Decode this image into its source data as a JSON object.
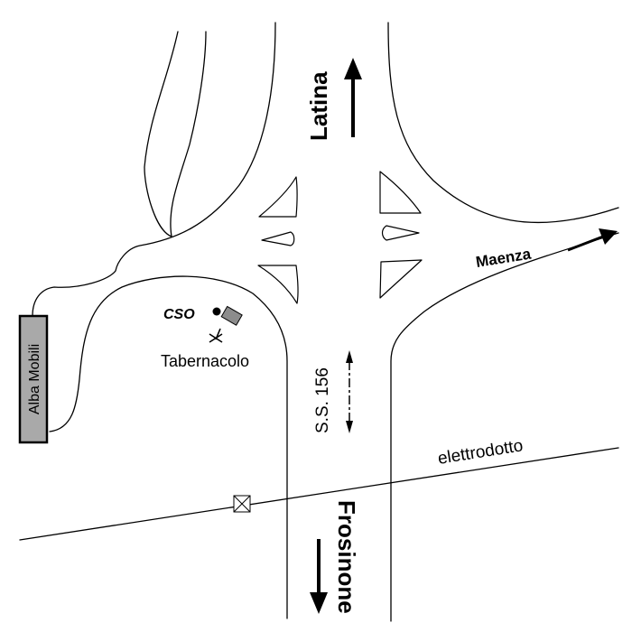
{
  "labels": {
    "latina": "Latina",
    "frosinone": "Frosinone",
    "maenza": "Maenza",
    "road_number": "S.S. 156",
    "power_line": "elettrodotto",
    "store_sign": "Alba Mobili",
    "site_code": "CSO",
    "landmark": "Tabernacolo"
  },
  "colors": {
    "line": "#000000",
    "background": "#ffffff",
    "sign_fill": "#a9a9a9",
    "marker_fill": "#8c8c8c"
  },
  "icons": {
    "pylon": "pylon-crossed-box-icon",
    "tabernacle": "cross-icon",
    "site_marker": "camera-marker-icon"
  }
}
